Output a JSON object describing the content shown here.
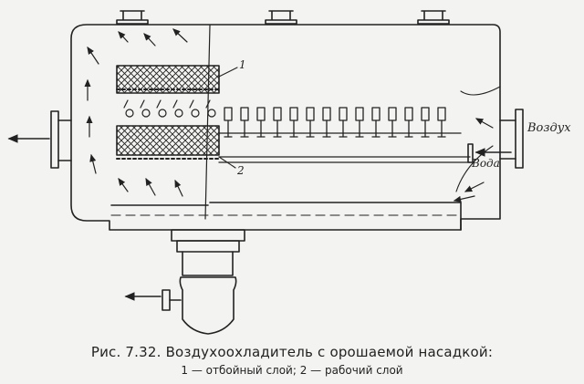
{
  "labels": {
    "air": "Воздух",
    "water": "Вода",
    "num1": "1",
    "num2": "2"
  },
  "caption": {
    "title": "Рис. 7.32. Воздухоохладитель с орошаемой насадкой:",
    "legend": "1 — отбойный слой; 2 — рабочий слой"
  }
}
